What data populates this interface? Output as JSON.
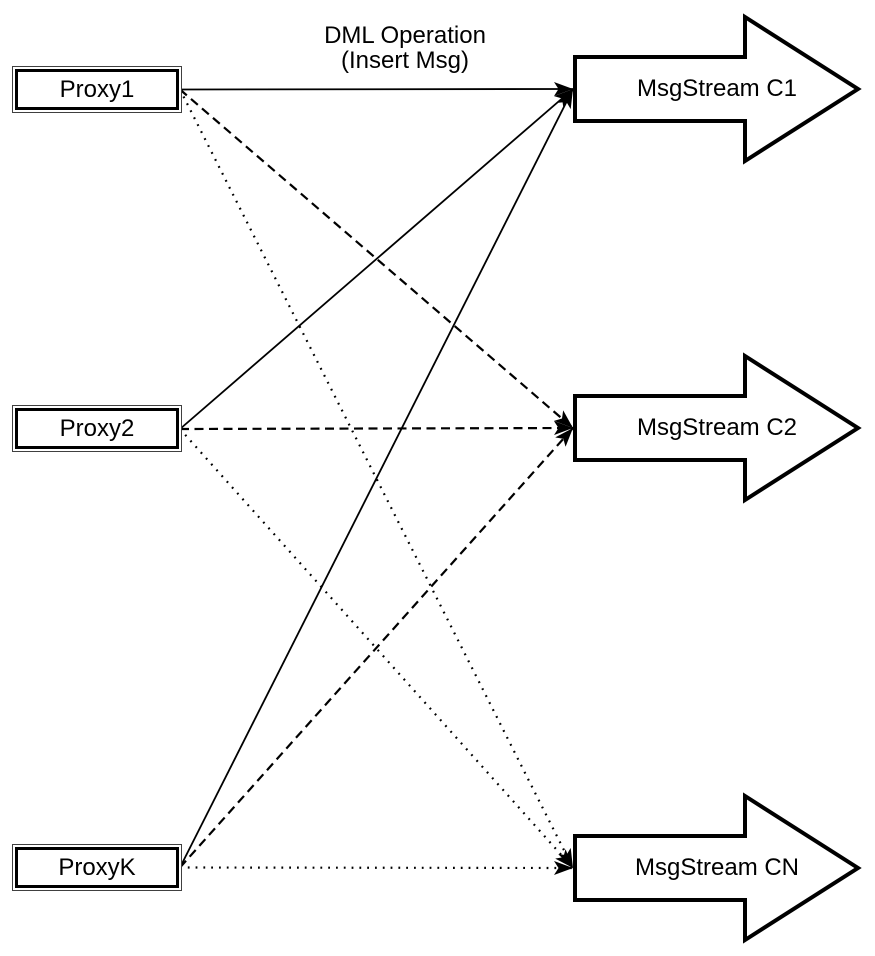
{
  "diagram": {
    "title": {
      "line1": "DML Operation",
      "line2": "(Insert Msg)"
    },
    "proxies": [
      {
        "id": "proxy1",
        "label": "Proxy1"
      },
      {
        "id": "proxy2",
        "label": "Proxy2"
      },
      {
        "id": "proxyk",
        "label": "ProxyK"
      }
    ],
    "streams": [
      {
        "id": "c1",
        "label": "MsgStream C1"
      },
      {
        "id": "c2",
        "label": "MsgStream C2"
      },
      {
        "id": "cn",
        "label": "MsgStream CN"
      }
    ],
    "edges": [
      {
        "from": "proxy1",
        "to": "c1",
        "style": "solid"
      },
      {
        "from": "proxy1",
        "to": "c2",
        "style": "dashed"
      },
      {
        "from": "proxy1",
        "to": "cn",
        "style": "dotted"
      },
      {
        "from": "proxy2",
        "to": "c1",
        "style": "solid"
      },
      {
        "from": "proxy2",
        "to": "c2",
        "style": "dashed"
      },
      {
        "from": "proxy2",
        "to": "cn",
        "style": "dotted"
      },
      {
        "from": "proxyk",
        "to": "c1",
        "style": "solid"
      },
      {
        "from": "proxyk",
        "to": "c2",
        "style": "dashed"
      },
      {
        "from": "proxyk",
        "to": "cn",
        "style": "dotted"
      }
    ],
    "colors": {
      "line": "#000000",
      "shape_fill": "#ffffff"
    }
  }
}
